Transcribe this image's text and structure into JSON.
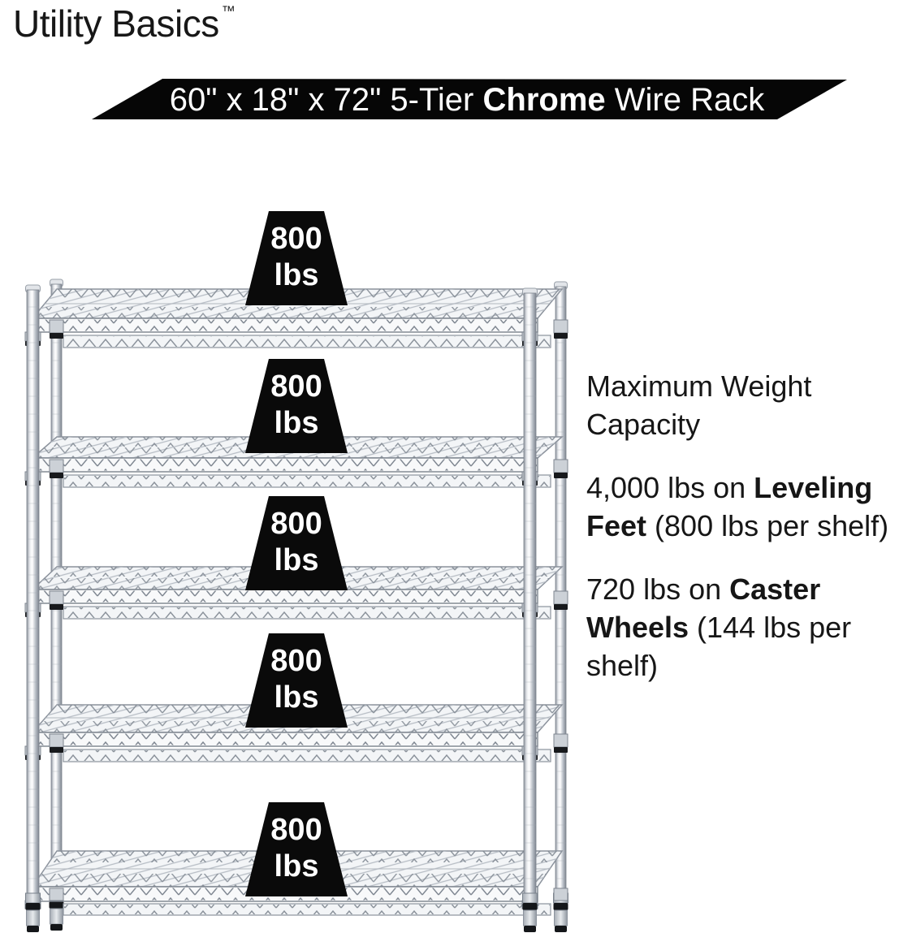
{
  "brand": {
    "name": "Utility Basics",
    "trademark": "™"
  },
  "banner": {
    "prefix": "60\" x 18\" x 72\" 5-Tier ",
    "bold": "Chrome",
    "suffix": " Wire Rack",
    "background": "#060606",
    "text_color": "#ffffff"
  },
  "weights": [
    {
      "value": "800",
      "unit": "lbs"
    },
    {
      "value": "800",
      "unit": "lbs"
    },
    {
      "value": "800",
      "unit": "lbs"
    },
    {
      "value": "800",
      "unit": "lbs"
    },
    {
      "value": "800",
      "unit": "lbs"
    }
  ],
  "info": {
    "heading": "Maximum Weight Capacity",
    "paragraphs": [
      {
        "prefix": "4,000 lbs on ",
        "bold": "Leveling Feet",
        "suffix": " (800 lbs per shelf)"
      },
      {
        "prefix": "720 lbs on ",
        "bold": "Caster Wheels",
        "suffix": " (144 lbs per shelf)"
      }
    ]
  },
  "rack": {
    "tiers": 5,
    "finish": "chrome",
    "colors": {
      "chrome_light": "#f3f5f7",
      "chrome_mid": "#b9bfc7",
      "chrome_dark": "#7f8690",
      "black_parts": "#141619"
    }
  }
}
